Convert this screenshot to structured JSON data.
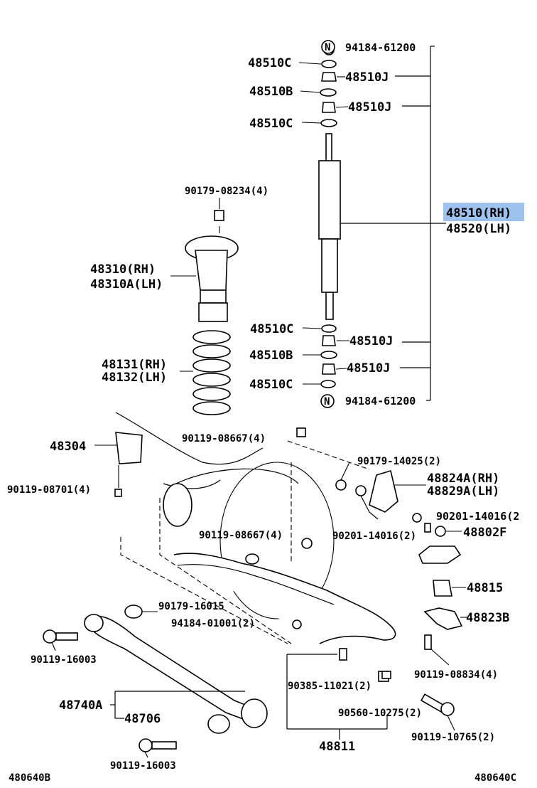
{
  "labels": {
    "p94184_61200_top": "94184-61200",
    "p48510C_1": "48510C",
    "p48510J_1": "48510J",
    "p48510B_1": "48510B",
    "p48510J_2": "48510J",
    "p48510C_2": "48510C",
    "p90179_08234": "90179-08234(4)",
    "p48510_rh": "48510(RH)",
    "p48520_lh": "48520(LH)",
    "p48310_rh": "48310(RH)",
    "p48310A_lh": "48310A(LH)",
    "p48510C_3": "48510C",
    "p48510J_3": "48510J",
    "p48510B_2": "48510B",
    "p48510J_4": "48510J",
    "p48131_rh": "48131(RH)",
    "p48132_lh": "48132(LH)",
    "p48510C_4": "48510C",
    "p94184_61200_bot": "94184-61200",
    "p48304": "48304",
    "p90119_08667_a": "90119-08667(4)",
    "p90179_14025": "90179-14025(2)",
    "p48824A_rh": "48824A(RH)",
    "p48829A_lh": "48829A(LH)",
    "p90119_08701": "90119-08701(4)",
    "p90201_14016_a": "90201-14016(2",
    "p90119_08667_b": "90119-08667(4)",
    "p90201_14016_b": "90201-14016(2)",
    "p48802F": "48802F",
    "p48815": "48815",
    "p90179_16015": "90179-16015",
    "p94184_01001": "94184-01001(2)",
    "p48823B": "48823B",
    "p90119_16003_a": "90119-16003",
    "p90119_08834": "90119-08834(4)",
    "p90385_11021": "90385-11021(2)",
    "p48740A": "48740A",
    "p48706": "48706",
    "p90560_10275": "90560-10275(2)",
    "p90119_10765": "90119-10765(2)",
    "p48811": "48811",
    "p90119_16003_b": "90119-16003",
    "code_left": "480640B",
    "code_right": "480640C"
  },
  "markers": {
    "n_top": "N",
    "n_bottom": "N"
  },
  "highlight": {
    "color": "#9ec2ee",
    "target": "48510(RH)"
  }
}
